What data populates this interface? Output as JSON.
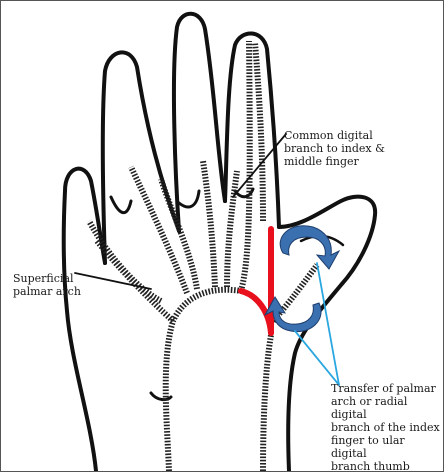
{
  "labels": {
    "common_digital": "Common digital\nbranch to index &\nmiddle finger",
    "superficial_arch": "Superficial\npalmar arch",
    "transfer": "Transfer of palmar\narch or radial digital\nbranch of the index\nfinger  to ular digital\nbranch thumb"
  },
  "colors": {
    "outline": "#111111",
    "nerve": "#222222",
    "transfer_branch": "#e8101c",
    "rotation_arrow": "#3a6fb0",
    "pointer": "#2aa7e0"
  }
}
